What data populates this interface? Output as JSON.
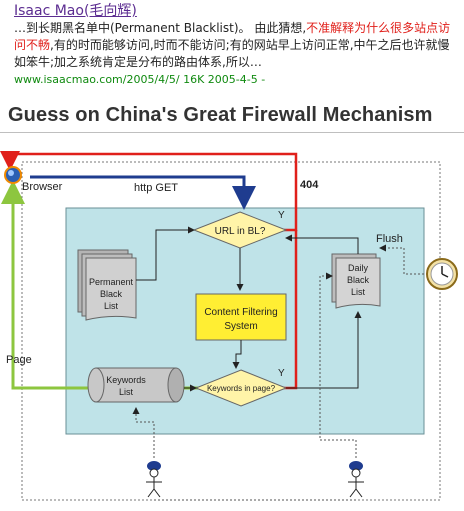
{
  "result": {
    "title": "Isaac Mao(毛向辉)",
    "snippet_a": "…到长期黑名单中(Permanent Blacklist)。 由此猜想,",
    "snippet_highlight_1": "不准解释为什么很多站点访问不畅",
    "snippet_b": ",有的时而能够访问,时而不能访问;有的网站早上访问正常,中午之后也许就慢如笨牛;加之系统肯定是分布的路由体系,所以…",
    "meta": "www.isaacmao.com/2005/4/5/ 16K 2005-4-5 -"
  },
  "heading": "Guess on China's Great Firewall Mechanism",
  "diagram": {
    "browser_label": "Browser",
    "http_get_label": "http GET",
    "code_404": "404",
    "url_decision": "URL in BL?",
    "yes_1": "Y",
    "yes_2": "Y",
    "permanent_line1": "Permanent",
    "permanent_line2": "Black",
    "permanent_line3": "List",
    "content_filter_line1": "Content Filtering",
    "content_filter_line2": "System",
    "keywords_db_line1": "Keywords",
    "keywords_db_line2": "List",
    "keyword_decision": "Keywords in page?",
    "flush_label": "Flush",
    "daily_line1": "Daily",
    "daily_line2": "Black",
    "daily_line3": "List",
    "page_label": "Page"
  },
  "colors": {
    "red_flow": "#e0201b",
    "blue_flow": "#1f3c8f",
    "green_flow": "#8dc63f",
    "panel": "#bfe3e8",
    "diamond": "#fff4a8",
    "filter_box": "#ffee33"
  }
}
